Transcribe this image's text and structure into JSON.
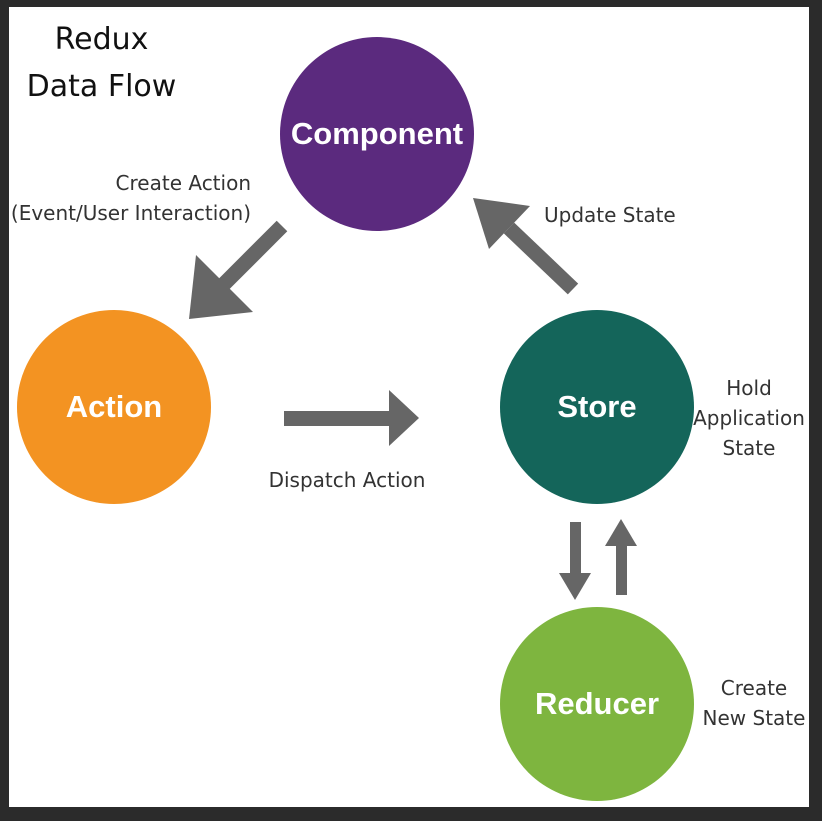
{
  "title": {
    "line1": "Redux",
    "line2": "Data Flow"
  },
  "nodes": {
    "component": {
      "label": "Component",
      "color": "#5b2a7e"
    },
    "action": {
      "label": "Action",
      "color": "#f39322"
    },
    "store": {
      "label": "Store",
      "color": "#14655a"
    },
    "reducer": {
      "label": "Reducer",
      "color": "#7eb53f"
    }
  },
  "edges": {
    "create_action": {
      "line1": "Create Action",
      "line2": "(Event/User Interaction)"
    },
    "dispatch_action": {
      "label": "Dispatch Action"
    },
    "update_state": {
      "label": "Update State"
    },
    "hold_state": {
      "line1": "Hold",
      "line2": "Application",
      "line3": "State"
    },
    "create_new_state": {
      "line1": "Create",
      "line2": "New State"
    }
  },
  "arrow_color": "#666666"
}
